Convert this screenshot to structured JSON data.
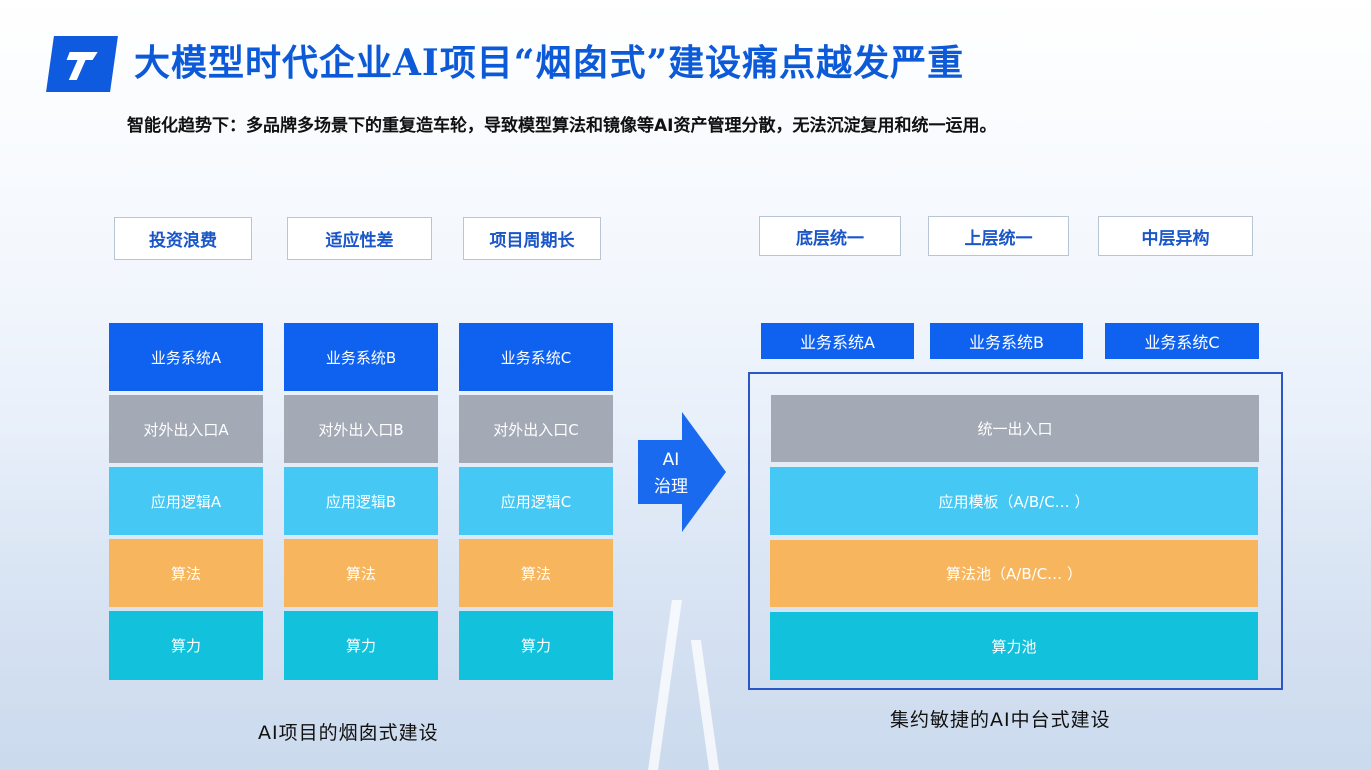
{
  "header": {
    "title": "大模型时代企业AI项目“烟囱式”建设痛点越发严重",
    "subtitle": "智能化趋势下：多品牌多场景下的重复造车轮，导致模型算法和镜像等AI资产管理分散，无法沉淀复用和统一运用。"
  },
  "left": {
    "pain_points": [
      "投资浪费",
      "适应性差",
      "项目周期长"
    ],
    "columns": [
      {
        "business": "业务系统A",
        "entry": "对外出入口A",
        "logic": "应用逻辑A",
        "algo": "算法",
        "compute": "算力"
      },
      {
        "business": "业务系统B",
        "entry": "对外出入口B",
        "logic": "应用逻辑B",
        "algo": "算法",
        "compute": "算力"
      },
      {
        "business": "业务系统C",
        "entry": "对外出入口C",
        "logic": "应用逻辑C",
        "algo": "算法",
        "compute": "算力"
      }
    ],
    "caption": "AI项目的烟囱式建设"
  },
  "arrow": {
    "label_line1": "AI",
    "label_line2": "治理"
  },
  "right": {
    "benefits": [
      "底层统一",
      "上层统一",
      "中层异构"
    ],
    "business": [
      "业务系统A",
      "业务系统B",
      "业务系统C"
    ],
    "layers": {
      "entry": "统一出入口",
      "template": "应用模板（A/B/C… ）",
      "algo_pool": "算法池（A/B/C… ）",
      "compute_pool": "算力池"
    },
    "caption": "集约敏捷的AI中台式建设"
  },
  "colors": {
    "brand": "#0c5ad8",
    "business_blue": "#0f62f0",
    "entry_gray": "#a3a9b5",
    "logic_cyan": "#46c8f5",
    "algo_orange": "#f7b65e",
    "compute_teal": "#12c1dc"
  }
}
